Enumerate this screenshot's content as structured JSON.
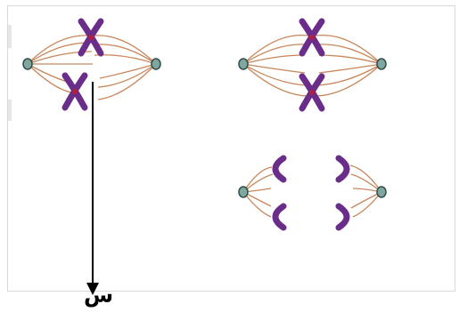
{
  "diagram": {
    "pointer_label": "س",
    "colors": {
      "spindle": "#c8865a",
      "centrosome": "#7fa6a0",
      "centrosome_outline": "#2f4f4a",
      "chromosome": "#6a2d8a",
      "chromosome_dark": "#4a1a66",
      "centromere": "#b02040",
      "arrow": "#000000",
      "frame": "#d9d9d9"
    },
    "stages": [
      {
        "id": "stage-a",
        "description_name": "metaphase-offset"
      },
      {
        "id": "stage-b",
        "description_name": "metaphase-aligned"
      },
      {
        "id": "stage-c",
        "description_name": "anaphase"
      }
    ]
  }
}
